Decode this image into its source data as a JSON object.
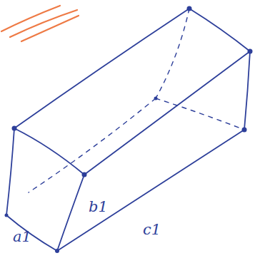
{
  "diagram": {
    "labels": [
      "a1",
      "b1",
      "c1"
    ]
  }
}
